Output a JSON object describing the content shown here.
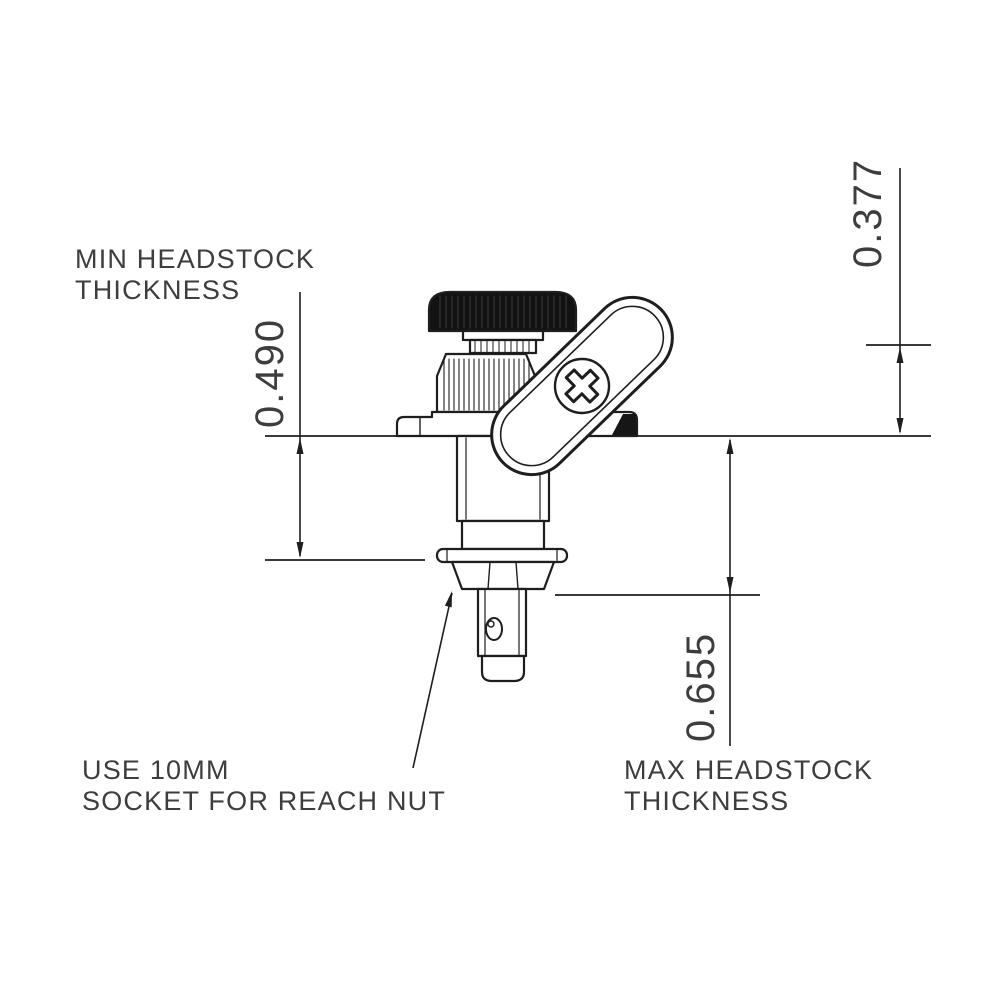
{
  "diagram": {
    "labels": {
      "min_headstock": {
        "line1": "MIN HEADSTOCK",
        "line2": "THICKNESS"
      },
      "max_headstock": {
        "line1": "MAX HEADSTOCK",
        "line2": "THICKNESS"
      },
      "socket_note": {
        "line1": "USE 10MM",
        "line2": "SOCKET FOR REACH NUT"
      }
    },
    "dimensions": {
      "min_thickness": "0.490",
      "key_clearance": "0.377",
      "max_thickness": "0.655"
    },
    "colors": {
      "line": "#1e1e1e",
      "text": "#3d3d3d",
      "knob_fill": "#121212",
      "background": "#ffffff"
    }
  }
}
